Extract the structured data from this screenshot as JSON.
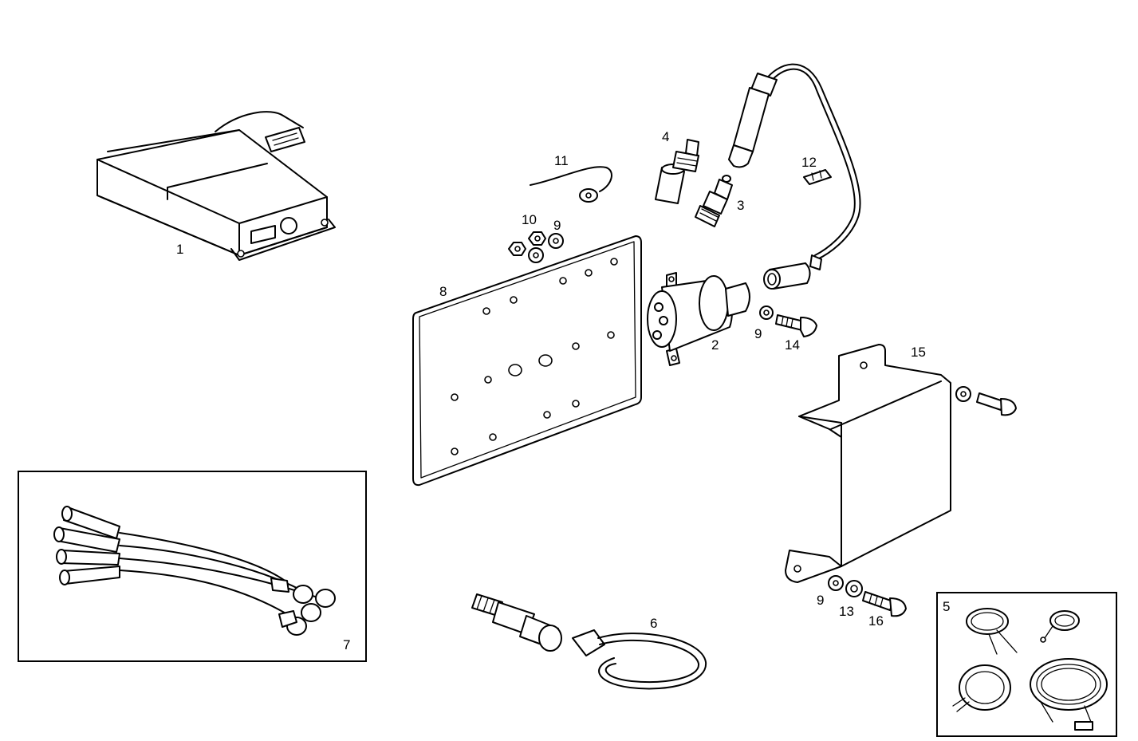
{
  "callouts": {
    "c1": "1",
    "c2": "2",
    "c3": "3",
    "c4": "4",
    "c5": "5",
    "c6": "6",
    "c7": "7",
    "c8": "8",
    "c9a": "9",
    "c9b": "9",
    "c9c": "9",
    "c10": "10",
    "c11": "11",
    "c12": "12",
    "c13": "13",
    "c14": "14",
    "c15": "15",
    "c16": "16"
  }
}
